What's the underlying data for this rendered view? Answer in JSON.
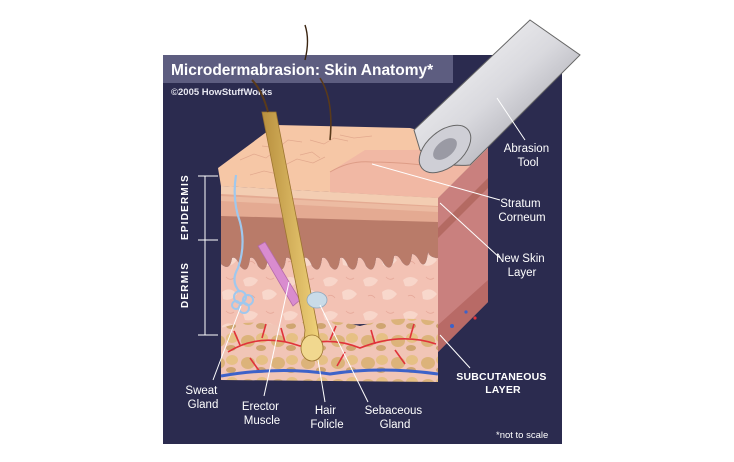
{
  "header": {
    "title": "Microdermabrasion: Skin Anatomy*",
    "copyright": "©2005 HowStuffWorks"
  },
  "layers": {
    "epidermis": "EPIDERMIS",
    "dermis": "DERMIS",
    "subcutaneous_line1": "SUBCUTANEOUS",
    "subcutaneous_line2": "LAYER"
  },
  "callouts": {
    "abrasion_tool": [
      "Abrasion",
      "Tool"
    ],
    "stratum_corneum": [
      "Stratum",
      "Corneum"
    ],
    "new_skin_layer": [
      "New Skin",
      "Layer"
    ],
    "sweat_gland": [
      "Sweat",
      "Gland"
    ],
    "erector_muscle": [
      "Erector",
      "Muscle"
    ],
    "hair_follicle": [
      "Hair",
      "Folicle"
    ],
    "sebaceous_gland": [
      "Sebaceous",
      "Gland"
    ]
  },
  "footnote": "*not to scale",
  "colors": {
    "panel": "#2b2b4f",
    "title_bar": "#5d5d80",
    "skin_top": "#f6c7a6",
    "epidermis": "#d99a80",
    "dermis": "#f3c2b4",
    "fat": "#e0b77a",
    "vessel_red": "#e0333a",
    "vessel_blue": "#3d62c9"
  }
}
